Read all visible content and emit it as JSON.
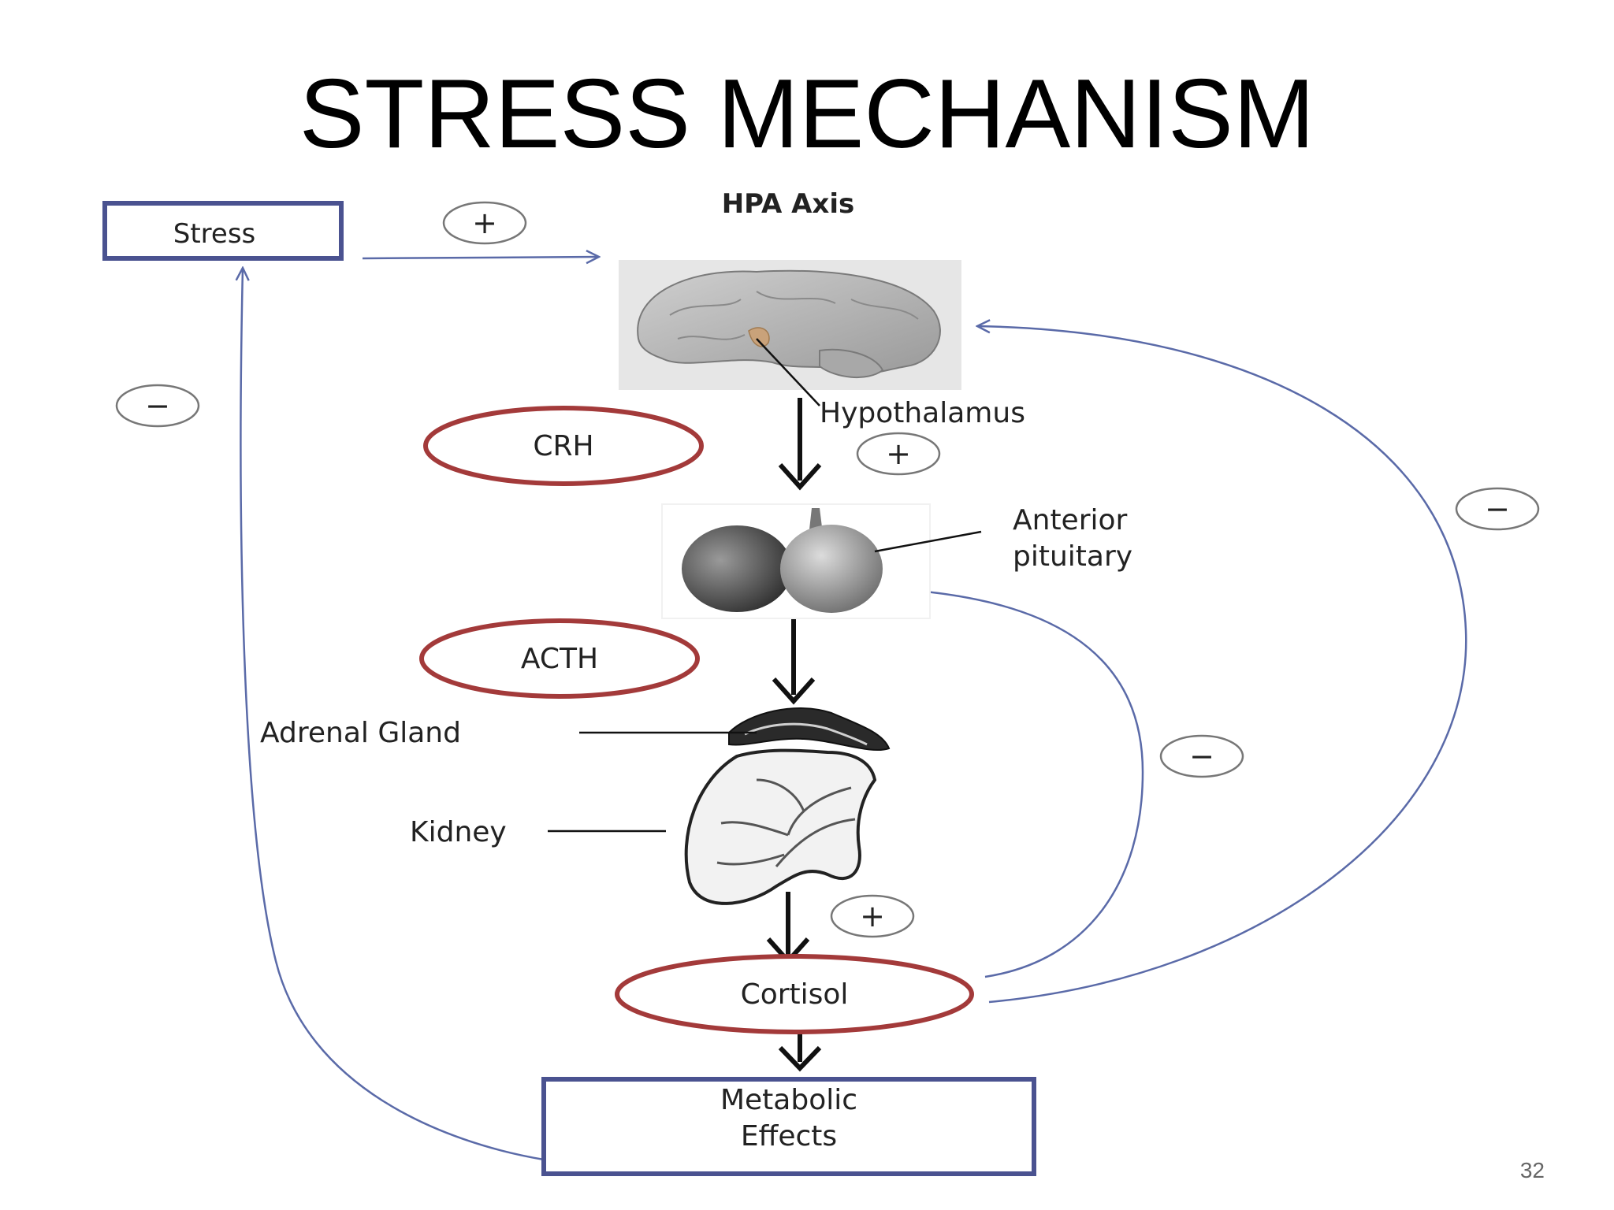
{
  "slide": {
    "title": "STRESS MECHANISM",
    "number": "32"
  },
  "diagram": {
    "heading": "HPA Axis",
    "boxes": {
      "stress": "Stress",
      "metabolic_line1": "Metabolic",
      "metabolic_line2": "Effects"
    },
    "hormones": {
      "crh": "CRH",
      "acth": "ACTH",
      "cortisol": "Cortisol"
    },
    "organ_labels": {
      "hypothalamus": "Hypothalamus",
      "anterior_line1": "Anterior",
      "anterior_line2": "pituitary",
      "adrenal": "Adrenal Gland",
      "kidney": "Kidney"
    },
    "signs": {
      "stimulate": "+",
      "inhibit": "−"
    },
    "colors": {
      "box_border": "#4a5290",
      "hormone_ring": "#a33a3a",
      "feedback_line": "#5a6aa8",
      "main_arrow": "#111111"
    }
  }
}
